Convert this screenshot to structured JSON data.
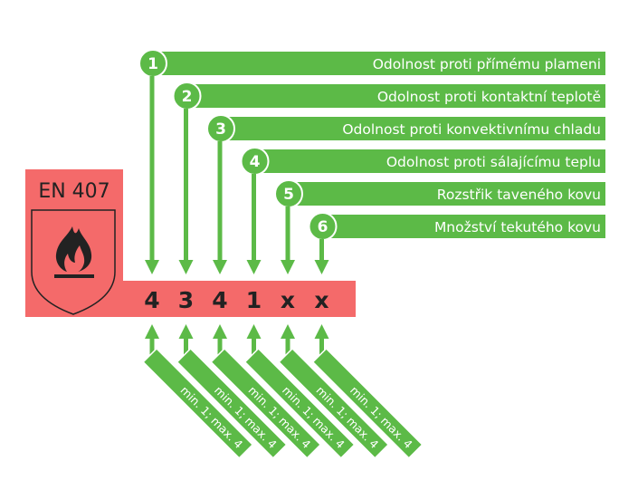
{
  "standard": "EN 407",
  "colors": {
    "green": "#5cba47",
    "red": "#f46a6a",
    "dark": "#222222",
    "white": "#ffffff"
  },
  "icon": "flame-shield-icon",
  "properties": [
    {
      "number": "1",
      "label": "Odolnost proti přímému plameni",
      "code": "4",
      "range": "min. 1; max. 4"
    },
    {
      "number": "2",
      "label": "Odolnost proti kontaktní teplotě",
      "code": "3",
      "range": "min. 1; max. 4"
    },
    {
      "number": "3",
      "label": "Odolnost proti konvektivnímu chladu",
      "code": "4",
      "range": "min. 1; max. 4"
    },
    {
      "number": "4",
      "label": "Odolnost proti sálajícímu teplu",
      "code": "1",
      "range": "min. 1; max. 4"
    },
    {
      "number": "5",
      "label": "Rozstřik taveného kovu",
      "code": "x",
      "range": "min. 1; max. 4"
    },
    {
      "number": "6",
      "label": "Množství tekutého kovu",
      "code": "x",
      "range": "min. 1; max. 4"
    }
  ]
}
